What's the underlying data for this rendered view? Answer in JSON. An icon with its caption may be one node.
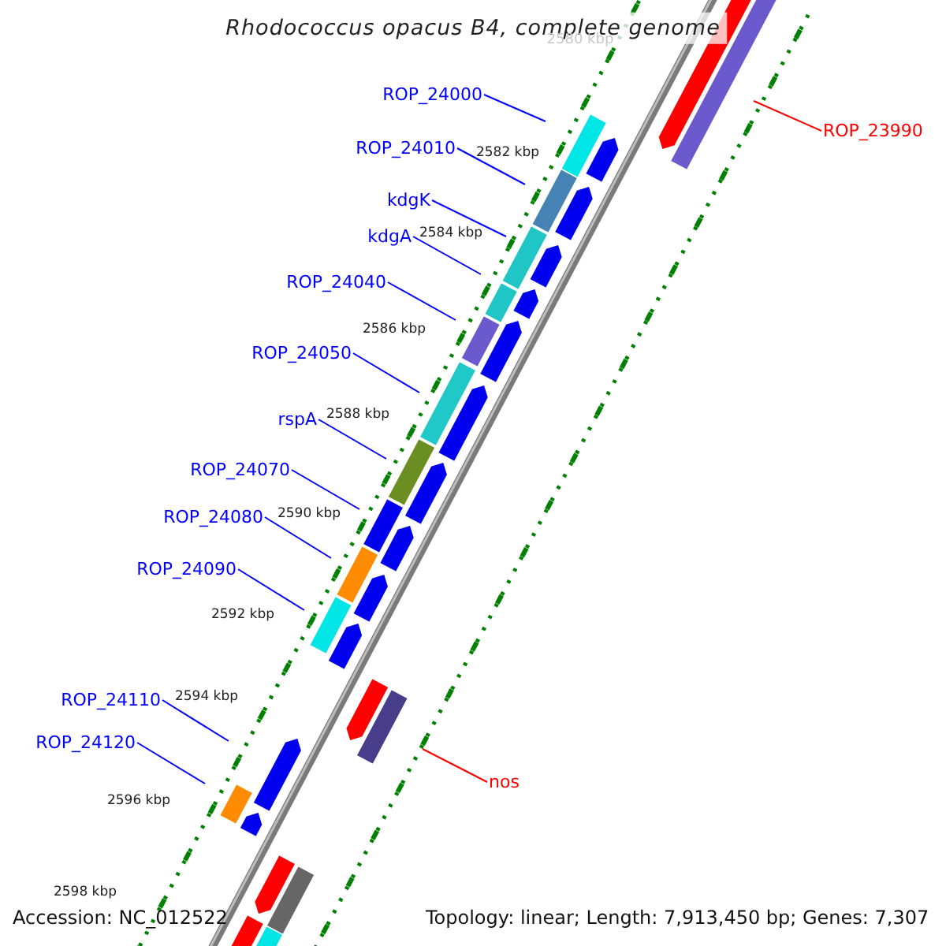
{
  "diagram": {
    "title": "Rhodococcus opacus B4, complete genome",
    "nodes": [
      {
        "text": [
          "ROP_24000"
        ]
      },
      {
        "text": [
          "ROP_23990"
        ]
      },
      {
        "text": [
          "ROP_24010"
        ]
      },
      {
        "text": [
          "kdgK"
        ]
      },
      {
        "text": [
          "kdgA"
        ]
      },
      {
        "text": [
          "ROP_24040"
        ]
      },
      {
        "text": [
          "ROP_24050"
        ]
      },
      {
        "text": [
          "rspA"
        ]
      },
      {
        "text": [
          "ROP_24070"
        ]
      },
      {
        "text": [
          "ROP_24080"
        ]
      },
      {
        "text": [
          "ROP_24090"
        ]
      },
      {
        "text": [
          "ROP_24110"
        ]
      },
      {
        "text": [
          "ROP_24120"
        ]
      },
      {
        "text": [
          "nos"
        ]
      }
    ],
    "edges": [
      {
        "from": 0,
        "to": null,
        "arrow": "none"
      },
      {
        "from": 1,
        "to": null,
        "arrow": "none",
        "color": "#ff0000"
      },
      {
        "from": 2,
        "to": null,
        "arrow": "none"
      },
      {
        "from": 3,
        "to": null,
        "arrow": "none"
      },
      {
        "from": 4,
        "to": null,
        "arrow": "none"
      },
      {
        "from": 5,
        "to": null,
        "arrow": "none"
      },
      {
        "from": 6,
        "to": null,
        "arrow": "none"
      },
      {
        "from": 7,
        "to": null,
        "arrow": "none"
      },
      {
        "from": 8,
        "to": null,
        "arrow": "none"
      },
      {
        "from": 9,
        "to": null,
        "arrow": "none"
      },
      {
        "from": 10,
        "to": null,
        "arrow": "none"
      },
      {
        "from": 11,
        "to": null,
        "arrow": "none"
      },
      {
        "from": 12,
        "to": null,
        "arrow": "none"
      },
      {
        "from": 13,
        "to": null,
        "arrow": "none",
        "color": "#ff0000"
      }
    ],
    "labels": [
      "2580 kbp",
      "2582 kbp",
      "2584 kbp",
      "2586 kbp",
      "2588 kbp",
      "2590 kbp",
      "2592 kbp",
      "2594 kbp",
      "2596 kbp",
      "2598 kbp",
      "Accession: NC_012522",
      "Topology: linear; Length: 7,913,450 bp; Genes: 7,307"
    ]
  }
}
